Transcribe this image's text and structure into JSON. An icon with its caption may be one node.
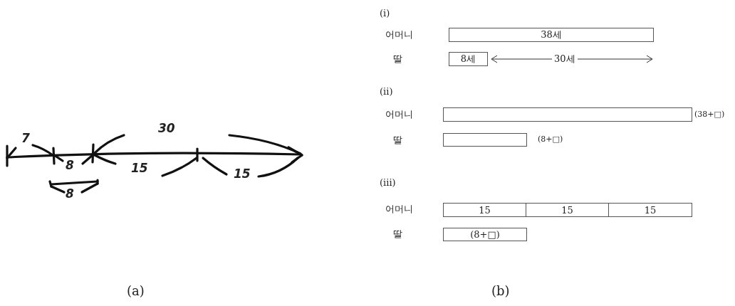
{
  "diagram": {
    "nodes": [
      {
        "text": [
          "38세"
        ]
      },
      {
        "text": [
          "8세"
        ]
      },
      {
        "text": [],
        "shape": "box",
        "beside": [
          "(38+□)"
        ]
      },
      {
        "text": [],
        "shape": "box",
        "beside": [
          "(8+□)"
        ]
      },
      {
        "text": [
          "15"
        ]
      },
      {
        "text": [
          "15"
        ]
      },
      {
        "text": [
          "15"
        ]
      },
      {
        "text": [
          "(8+□)"
        ]
      }
    ],
    "labels": [
      "30",
      "7",
      "8",
      "15",
      "15",
      "8",
      "(a)",
      "(i)",
      "어머니",
      "딸",
      "30세",
      "(ii)",
      "어머니",
      "딸",
      "(iii)",
      "어머니",
      "딸",
      "(b)"
    ]
  }
}
